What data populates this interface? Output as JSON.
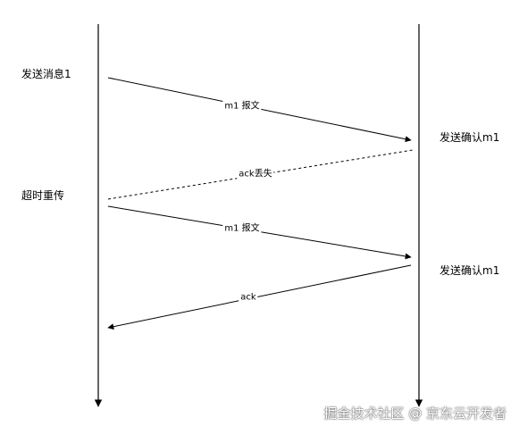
{
  "left_labels": {
    "send": "发送消息1",
    "retransmit": "超时重传"
  },
  "right_labels": {
    "confirm_1": "发送确认m1",
    "confirm_2": "发送确认m1"
  },
  "messages": {
    "m1_first": "m1 报文",
    "ack_lost": "ack丢失",
    "m1_second": "m1 报文",
    "ack": "ack"
  },
  "watermark": "掘金技术社区 @ 京东云开发者"
}
